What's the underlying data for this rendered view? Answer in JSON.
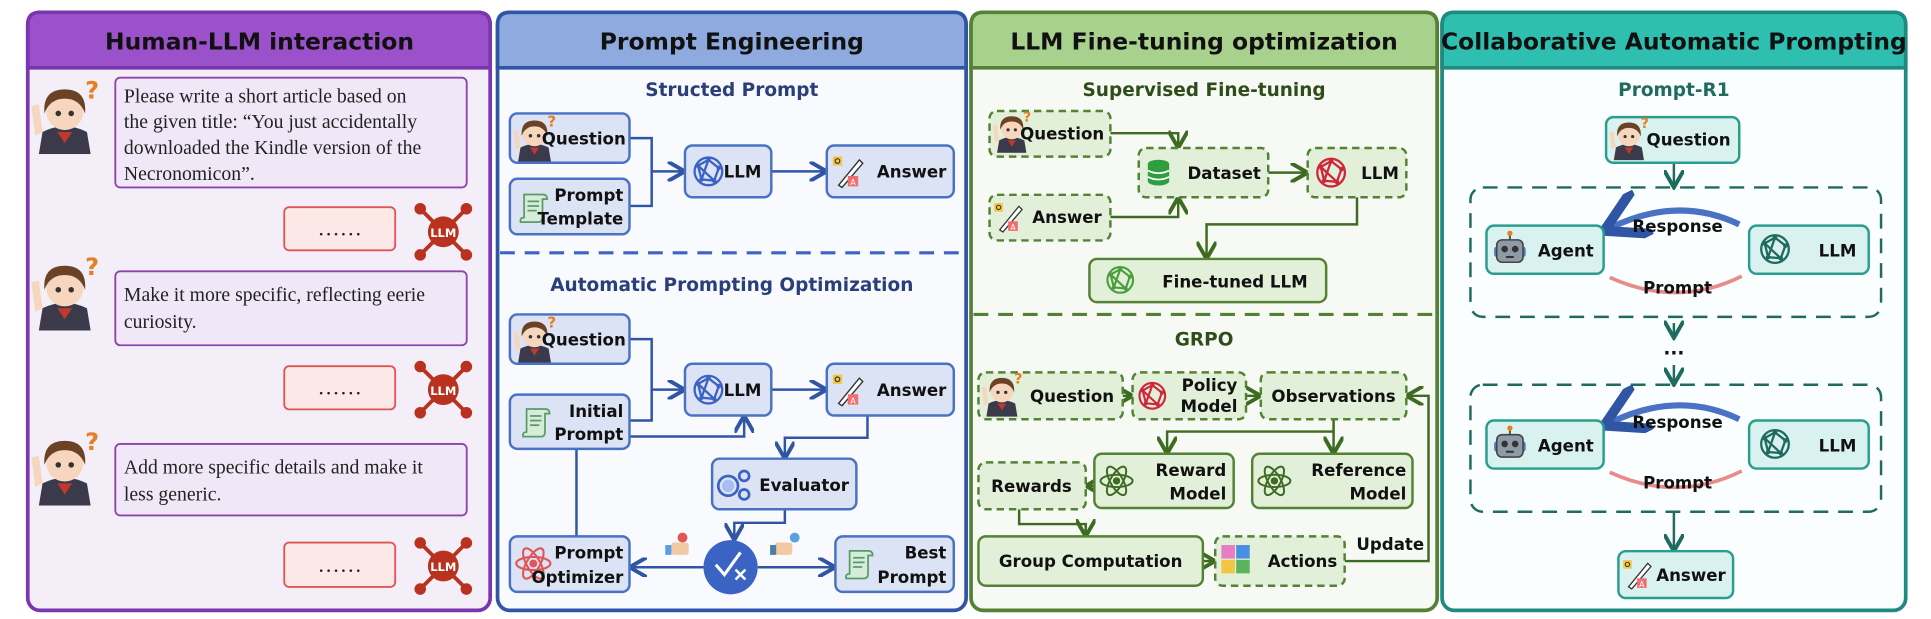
{
  "panels": {
    "human_llm": {
      "title": "Human-LLM interaction",
      "messages": [
        {
          "lines": [
            "Please write a short article based on",
            "the given title: “You just accidentally",
            "downloaded the Kindle version of the",
            "Necronomicon”."
          ]
        },
        {
          "lines": [
            "Make it more specific, reflecting eerie",
            "curiosity."
          ]
        },
        {
          "lines": [
            "Add more specific details and make it",
            "less generic."
          ]
        }
      ],
      "reply_placeholder": "……",
      "llm_badge": "LLM"
    },
    "prompt_engineering": {
      "title": "Prompt Engineering",
      "structured": {
        "subtitle": "Structed Prompt",
        "question": "Question",
        "template": [
          "Prompt",
          "Template"
        ],
        "llm": "LLM",
        "answer": "Answer"
      },
      "automatic": {
        "subtitle": "Automatic Prompting Optimization",
        "question": "Question",
        "initial": [
          "Initial",
          "Prompt"
        ],
        "llm": "LLM",
        "answer": "Answer",
        "evaluator": "Evaluator",
        "optimizer": [
          "Prompt",
          "Optimizer"
        ],
        "best": [
          "Best",
          "Prompt"
        ]
      }
    },
    "fine_tuning": {
      "title": "LLM Fine-tuning optimization",
      "sft": {
        "subtitle": "Supervised Fine-tuning",
        "question": "Question",
        "answer": "Answer",
        "dataset": "Dataset",
        "llm": "LLM",
        "finetuned": "Fine-tuned LLM"
      },
      "grpo": {
        "subtitle": "GRPO",
        "question": "Question",
        "policy": [
          "Policy",
          "Model"
        ],
        "observations": "Observations",
        "rewards": "Rewards",
        "reward_model": [
          "Reward",
          "Model"
        ],
        "reference_model": [
          "Reference",
          "Model"
        ],
        "group": "Group Computation",
        "actions": "Actions",
        "update": "Update"
      }
    },
    "collaborative": {
      "title": "Collaborative Automatic Prompting",
      "subtitle": "Prompt-R1",
      "question": "Question",
      "agent": "Agent",
      "llm": "LLM",
      "response": "Response",
      "prompt": "Prompt",
      "ellipsis": "···",
      "answer": "Answer"
    }
  },
  "colors": {
    "purple": "#9b51c9",
    "blue": "#8eaadf",
    "green": "#a9d18e",
    "teal": "#2ebfb0",
    "llm_red": "#b8321f"
  }
}
